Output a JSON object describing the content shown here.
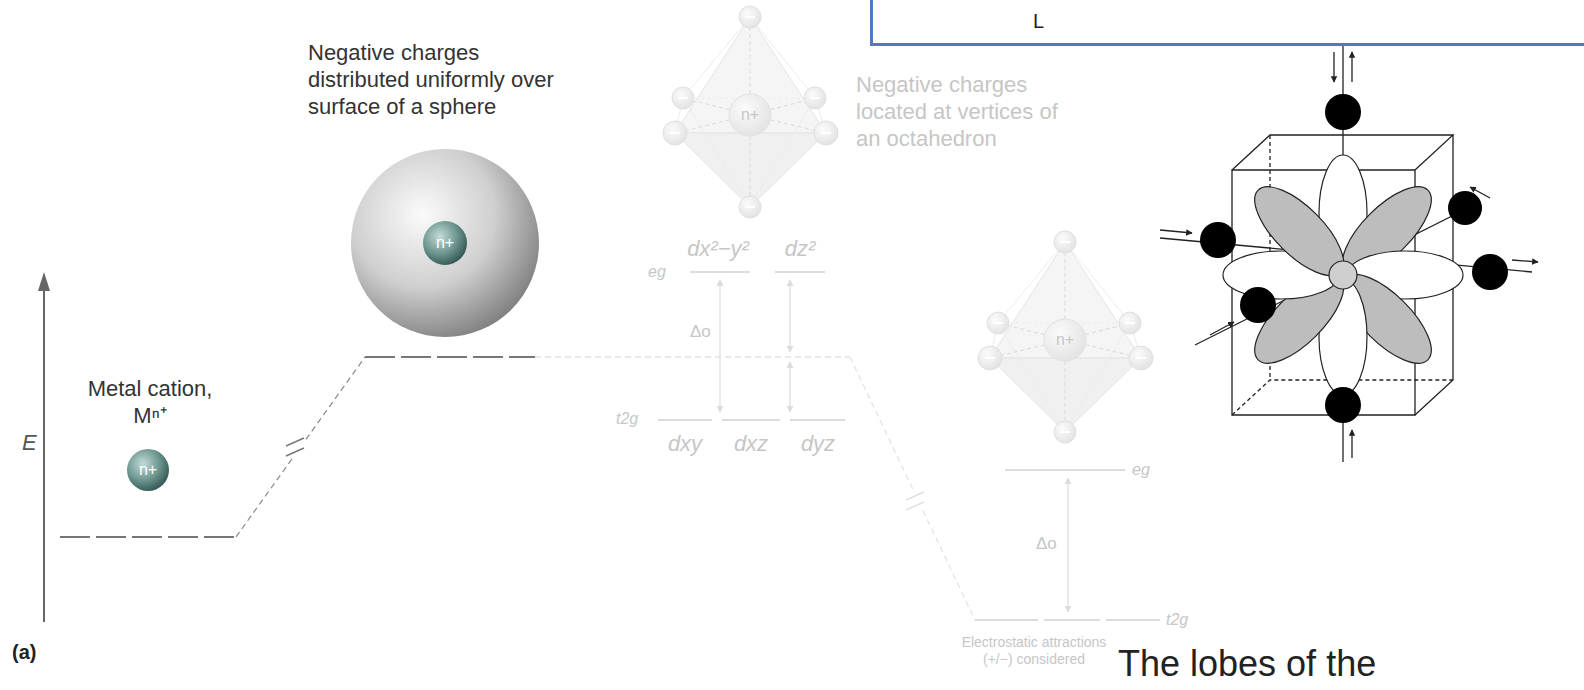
{
  "diagram": {
    "nodes": [
      {
        "text": [
          "n+"
        ]
      },
      {
        "text": [
          "n+"
        ]
      },
      {
        "text": [
          "n+"
        ]
      },
      {
        "text": [
          "n+"
        ]
      },
      {
        "text": [
          "L"
        ]
      }
    ],
    "labels": [
      "Metal cation, Mⁿ⁺",
      "Negative charges distributed uniformly over surface of a sphere",
      "E",
      "(a)",
      "Negative charges located at vertices of an octahedron",
      "eg",
      "dx²−y²",
      "dz²",
      "Δo",
      "t2g",
      "dxy",
      "dxz",
      "dyz",
      "eg",
      "Δo",
      "t2g",
      "Electrostatic attractions (+/−) considered",
      "The lobes of the"
    ]
  }
}
